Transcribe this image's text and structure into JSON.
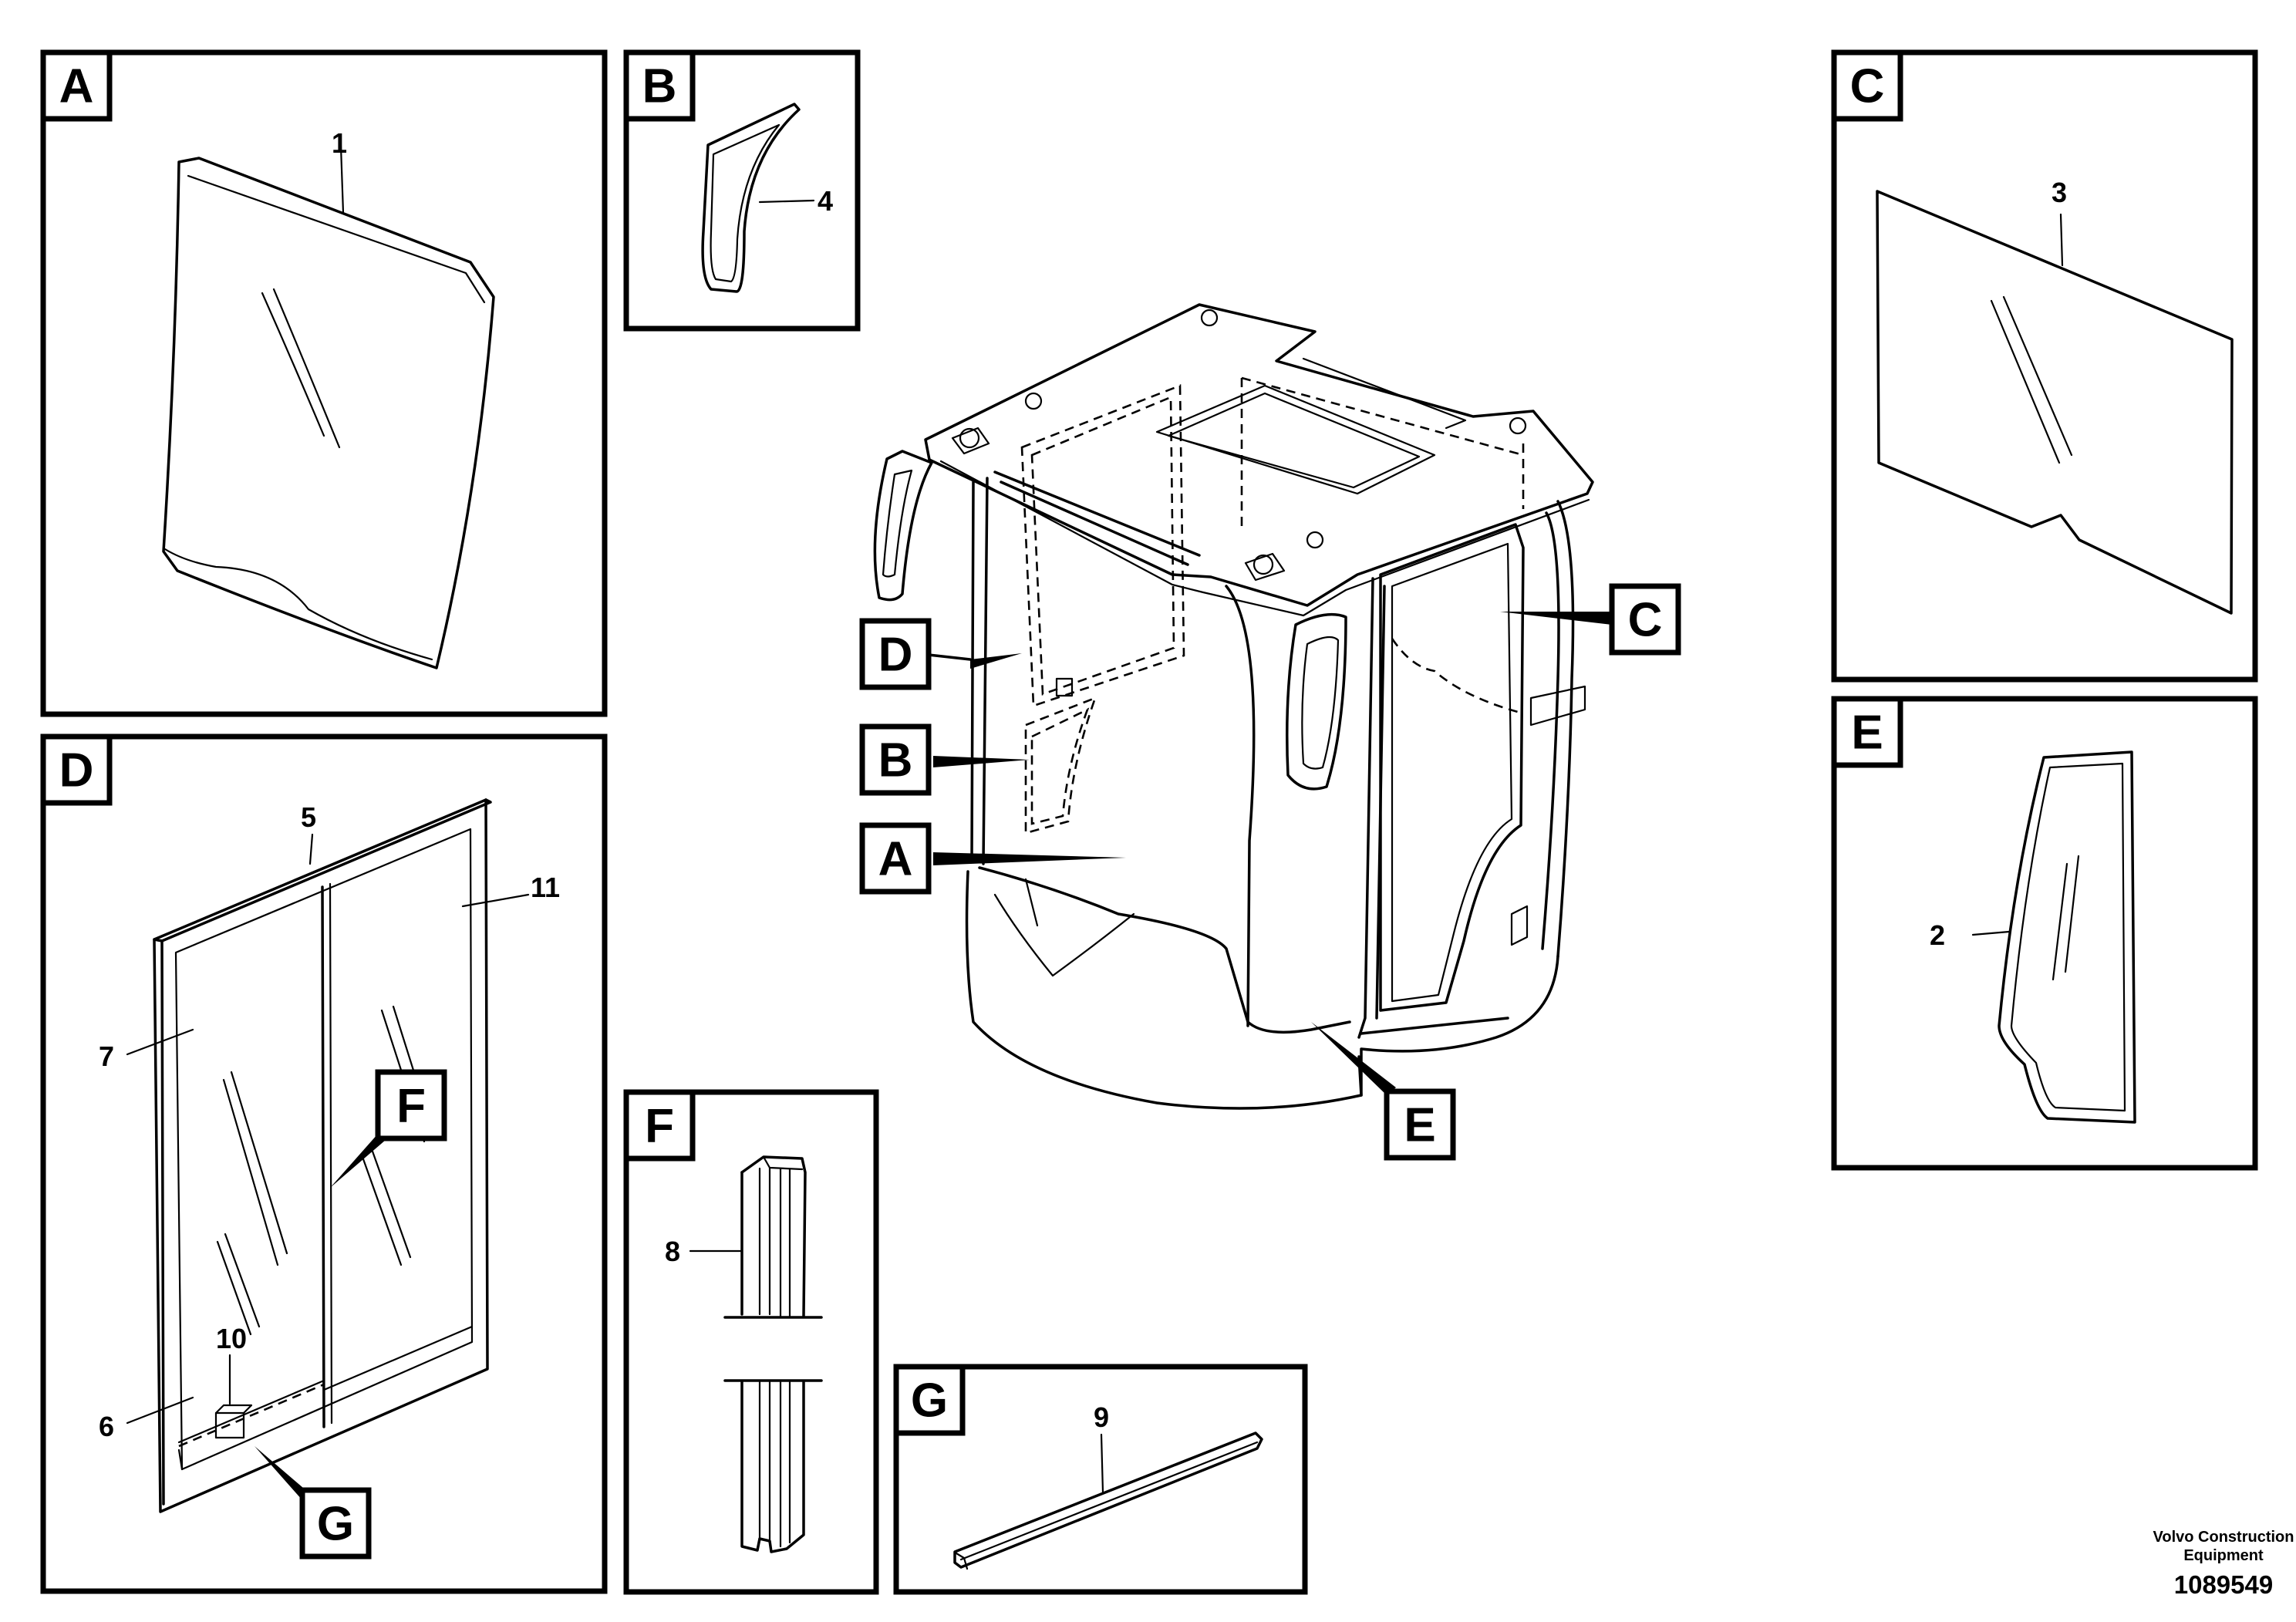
{
  "panels": {
    "A": "A",
    "B": "B",
    "C": "C",
    "D": "D",
    "E": "E",
    "F": "F",
    "G": "G"
  },
  "callouts": {
    "A": "A",
    "B": "B",
    "C": "C",
    "D": "D",
    "E": "E",
    "F": "F",
    "G": "G"
  },
  "parts": [
    "1",
    "2",
    "3",
    "4",
    "5",
    "6",
    "7",
    "8",
    "9",
    "10",
    "11"
  ],
  "footer": {
    "company_line1": "Volvo Construction",
    "company_line2": "Equipment",
    "drawing_number": "1089549"
  }
}
